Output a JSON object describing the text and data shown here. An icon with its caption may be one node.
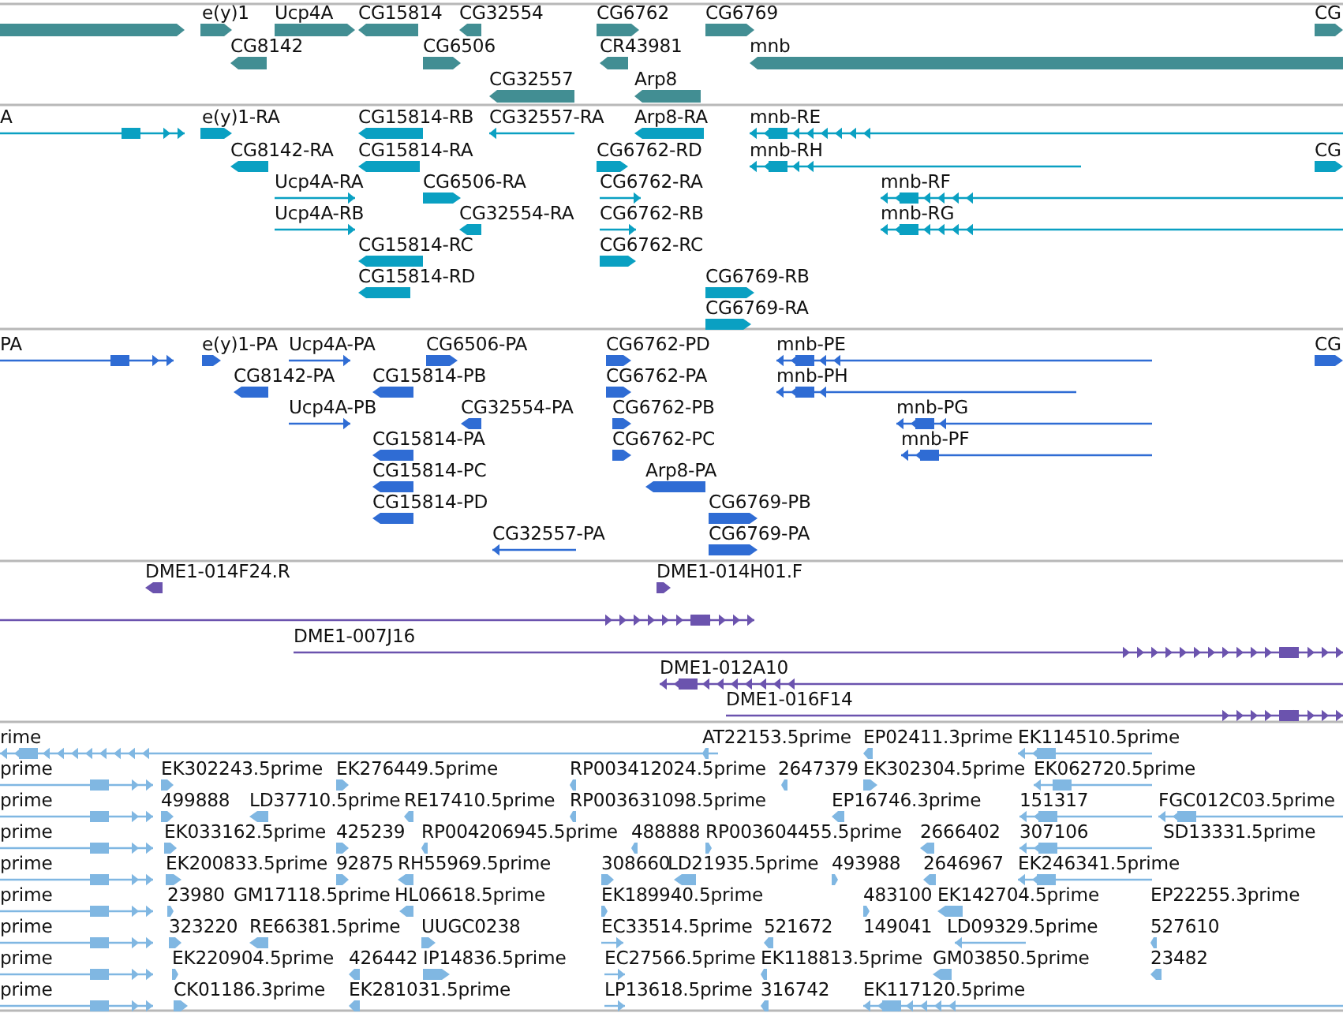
{
  "diagram": {
    "labels": [
      "e(y)1",
      "Ucp4A",
      "CG15814",
      "CG32554",
      "CG6762",
      "CG6769",
      "CG",
      "CG8142",
      "CG6506",
      "CR43981",
      "mnb",
      "CG32557",
      "Arp8",
      "A",
      "e(y)1-RA",
      "CG15814-RB",
      "CG32557-RA",
      "Arp8-RA",
      "mnb-RE",
      "CG8142-RA",
      "CG15814-RA",
      "CG6762-RD",
      "mnb-RH",
      "CG",
      "Ucp4A-RA",
      "CG6506-RA",
      "CG6762-RA",
      "mnb-RF",
      "Ucp4A-RB",
      "CG32554-RA",
      "CG6762-RB",
      "mnb-RG",
      "CG15814-RC",
      "CG6762-RC",
      "CG15814-RD",
      "CG6769-RB",
      "CG6769-RA",
      "PA",
      "e(y)1-PA",
      "Ucp4A-PA",
      "CG6506-PA",
      "CG6762-PD",
      "mnb-PE",
      "CG",
      "CG8142-PA",
      "CG15814-PB",
      "CG6762-PA",
      "mnb-PH",
      "Ucp4A-PB",
      "CG32554-PA",
      "CG6762-PB",
      "mnb-PG",
      "CG15814-PA",
      "CG6762-PC",
      "mnb-PF",
      "CG15814-PC",
      "Arp8-PA",
      "CG15814-PD",
      "CG6769-PB",
      "CG32557-PA",
      "CG6769-PA",
      "DME1-014F24.R",
      "DME1-014H01.F",
      "DME1-007J16",
      "DME1-012A10",
      "DME1-016F14",
      "rime",
      "AT22153.5prime",
      "EP02411.3prime",
      "EK114510.5prime",
      "prime",
      "EK302243.5prime",
      "EK276449.5prime",
      "RP003412024.5prime",
      "2647379",
      "EK302304.5prime",
      "EK062720.5prime",
      "prime",
      "499888",
      "LD37710.5prime",
      "RE17410.5prime",
      "RP003631098.5prime",
      "EP16746.3prime",
      "151317",
      "FGC012C03.5prime",
      "prime",
      "EK033162.5prime",
      "425239",
      "RP004206945.5prime",
      "488888",
      "RP003604455.5prime",
      "2666402",
      "307106",
      "SD13331.5prime",
      "prime",
      "EK200833.5prime",
      "92875",
      "RH55969.5prime",
      "308660",
      "LD21935.5prime",
      "493988",
      "2646967",
      "EK246341.5prime",
      "prime",
      "23980",
      "GM17118.5prime",
      "HL06618.5prime",
      "EK189940.5prime",
      "483100",
      "EK142704.5prime",
      "EP22255.3prime",
      "prime",
      "323220",
      "RE66381.5prime",
      "UUGC0238",
      "EC33514.5prime",
      "521672",
      "149041",
      "LD09329.5prime",
      "527610",
      "prime",
      "EK220904.5prime",
      "426442",
      "IP14836.5prime",
      "EC27566.5prime",
      "EK118813.5prime",
      "GM03850.5prime",
      "23482",
      "prime",
      "CK01186.3prime",
      "EK281031.5prime",
      "LP13618.5prime",
      "316742",
      "EK117120.5prime"
    ]
  }
}
